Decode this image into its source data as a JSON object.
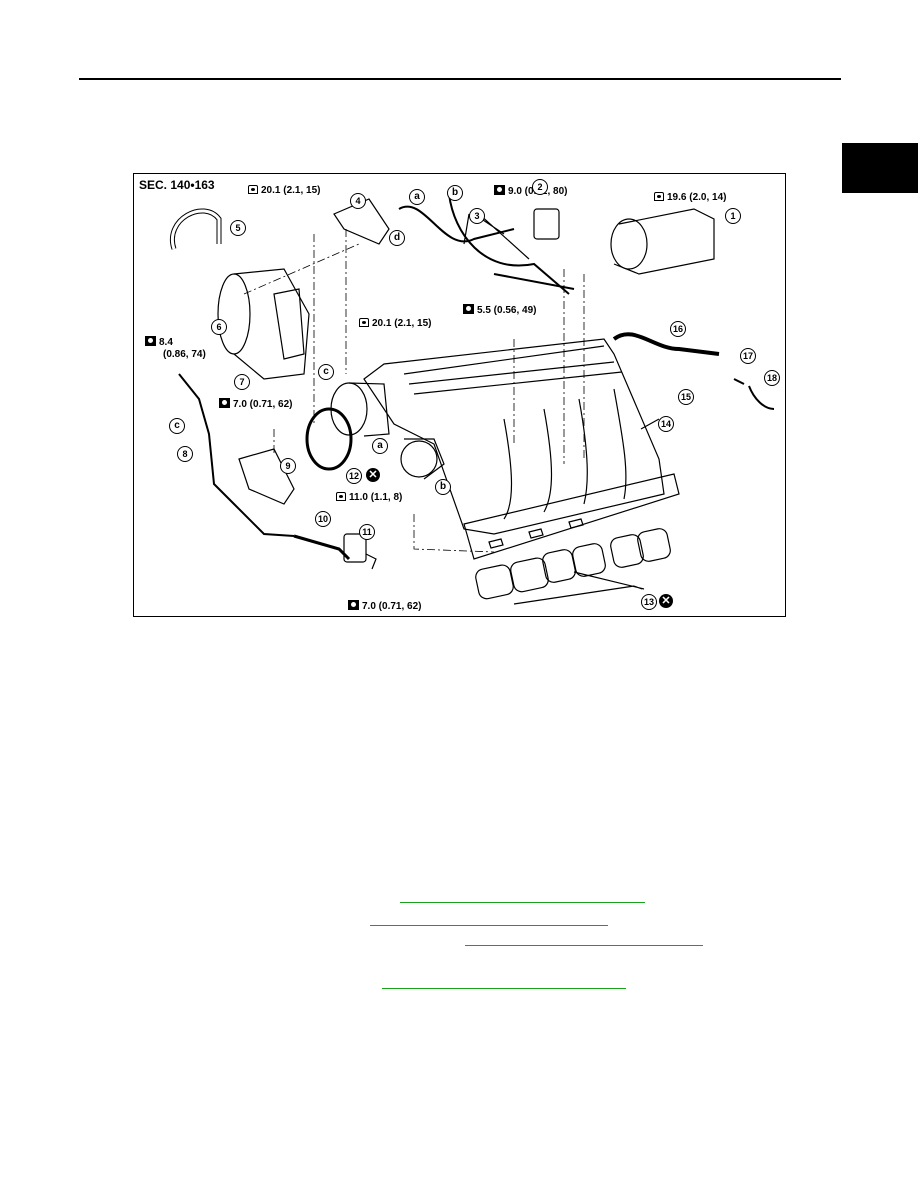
{
  "figure": {
    "section_label": "SEC. 140•163",
    "torques": [
      {
        "id": "t1",
        "icon": "open",
        "value": "20.1 (2.1, 15)"
      },
      {
        "id": "t2",
        "icon": "solid",
        "value": "9.0 (0.92, 80)"
      },
      {
        "id": "t3",
        "icon": "open",
        "value": "19.6 (2.0, 14)"
      },
      {
        "id": "t4",
        "icon": "open",
        "value": "20.1 (2.1, 15)"
      },
      {
        "id": "t5",
        "icon": "solid",
        "value": "5.5 (0.56, 49)"
      },
      {
        "id": "t6",
        "icon": "solid",
        "value": "8.4"
      },
      {
        "id": "t6b",
        "icon": "none",
        "value": "(0.86, 74)"
      },
      {
        "id": "t7",
        "icon": "solid",
        "value": "7.0 (0.71, 62)"
      },
      {
        "id": "t8",
        "icon": "open",
        "value": "11.0 (1.1, 8)"
      },
      {
        "id": "t9",
        "icon": "solid",
        "value": "7.0 (0.71, 62)"
      }
    ],
    "callouts": [
      "1",
      "2",
      "3",
      "4",
      "5",
      "6",
      "7",
      "8",
      "9",
      "10",
      "11",
      "12",
      "13",
      "14",
      "15",
      "16",
      "17",
      "18"
    ],
    "letters": {
      "a": "a",
      "b": "b",
      "c": "c",
      "d": "d"
    },
    "replace_mark": "✕"
  },
  "links": [
    "",
    "",
    "",
    ""
  ]
}
